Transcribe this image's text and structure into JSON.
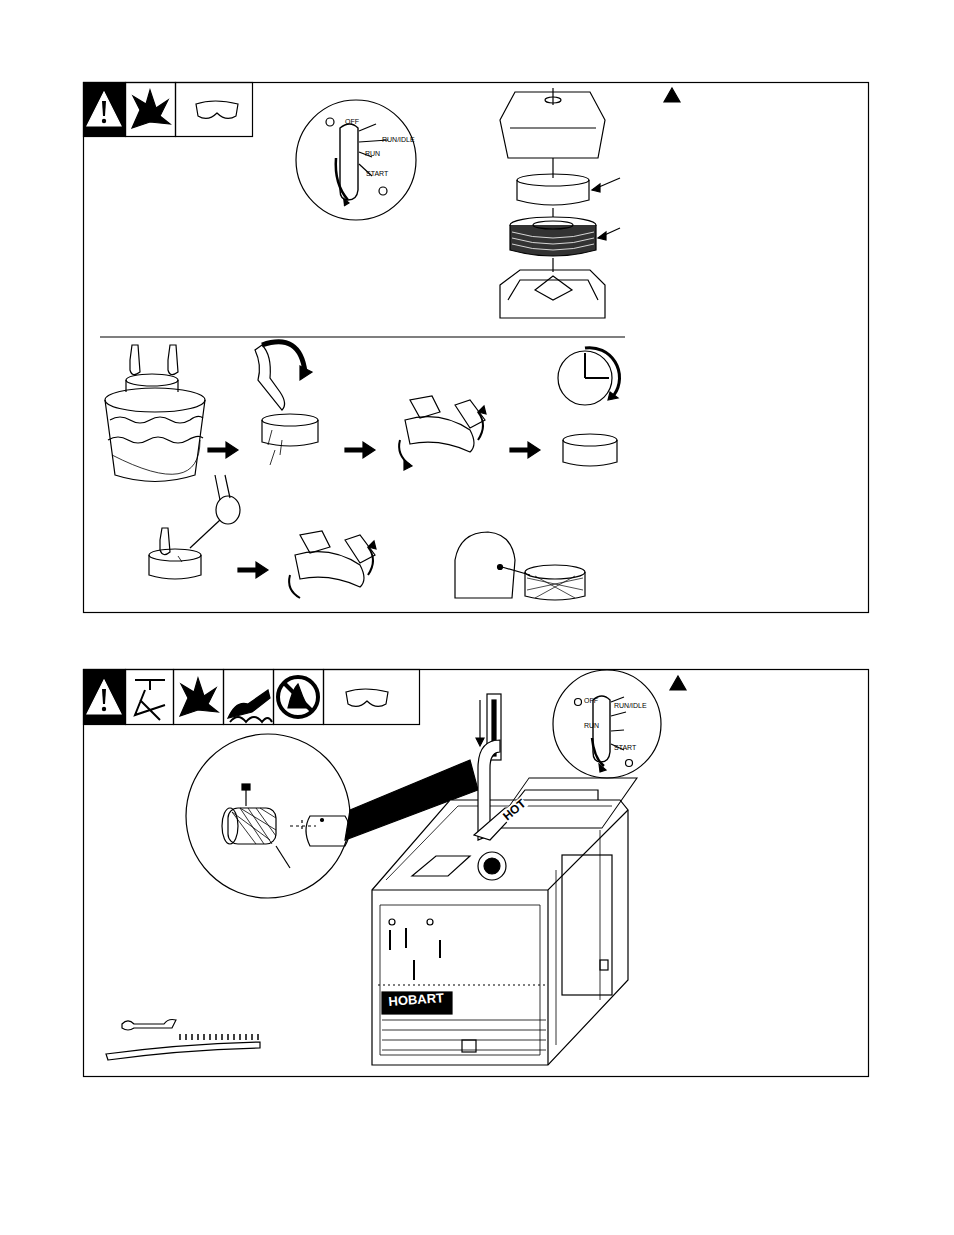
{
  "diagram": {
    "labels": [
      "OFF",
      "RUN/IDLE",
      "RUN",
      "START",
      "OFF",
      "RUN/IDLE",
      "RUN",
      "START",
      "HOT",
      "HOBART"
    ]
  }
}
